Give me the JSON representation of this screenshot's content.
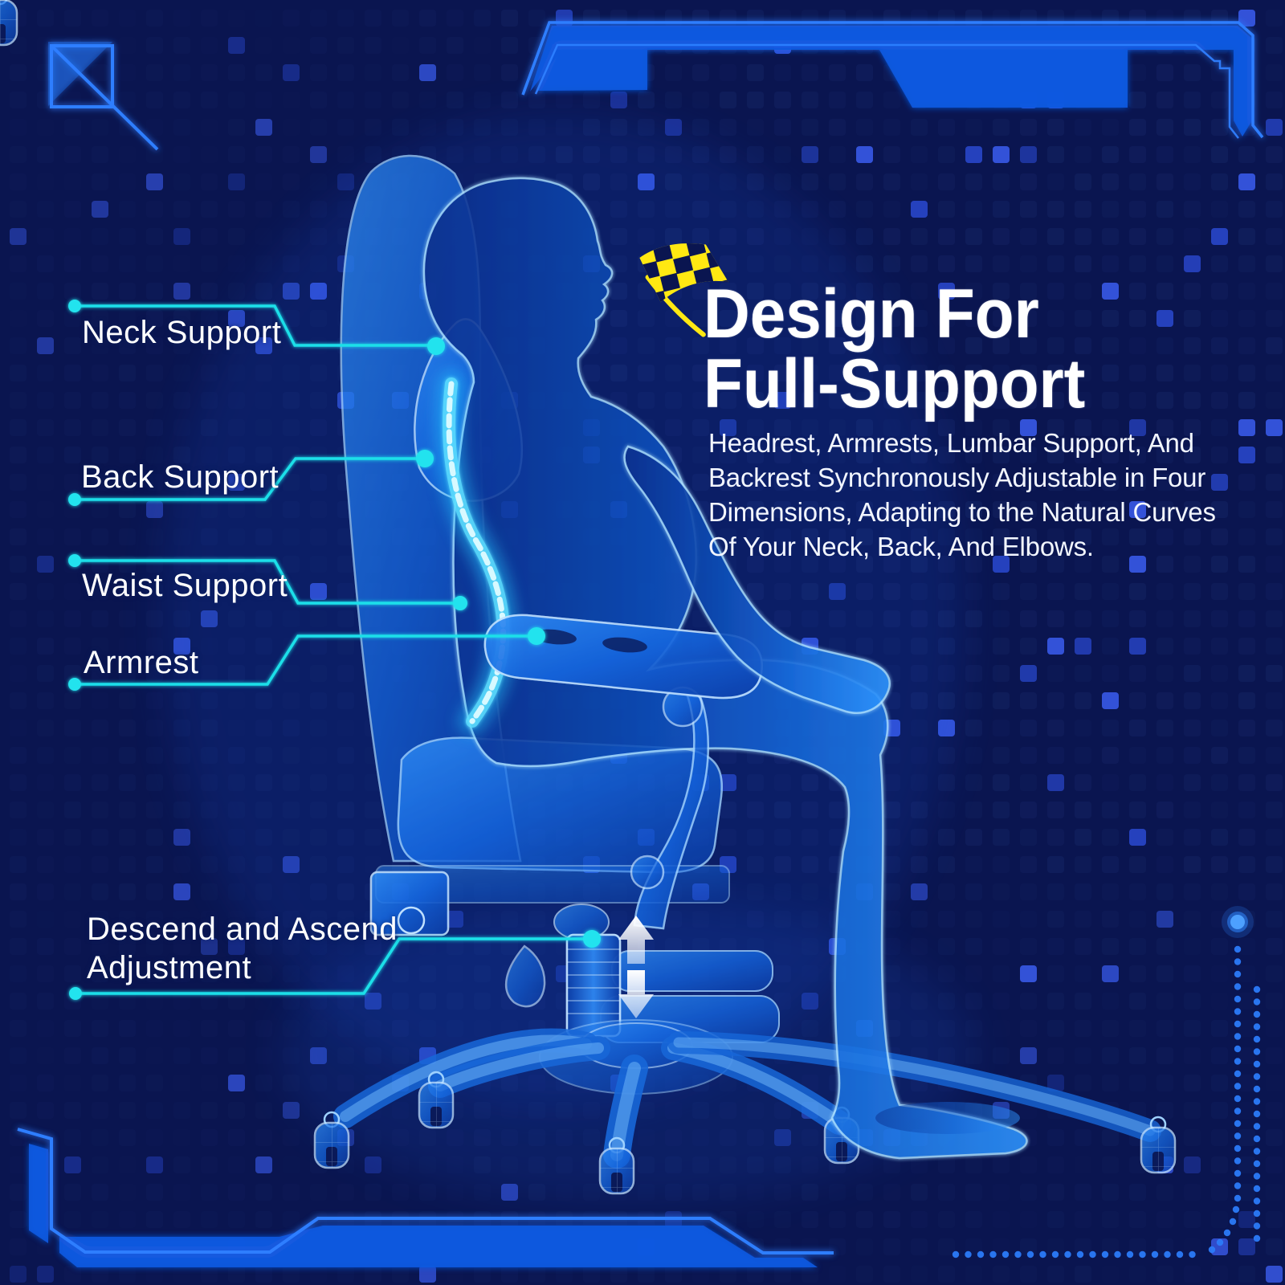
{
  "headline": {
    "line1": "Design For",
    "line2": "Full-Support"
  },
  "description": {
    "lines": [
      "Headrest, Armrests, Lumbar Support, And",
      "Backrest Synchronously Adjustable in Four",
      "Dimensions, Adapting to the Natural Curves",
      "Of Your Neck, Back, And Elbows."
    ]
  },
  "callouts": [
    {
      "id": "neck-support",
      "label": "Neck Support"
    },
    {
      "id": "back-support",
      "label": "Back Support"
    },
    {
      "id": "waist-support",
      "label": "Waist Support"
    },
    {
      "id": "armrest",
      "label": "Armrest"
    },
    {
      "id": "height-adjustment",
      "label": "Descend and Ascend Adjustment"
    }
  ],
  "icons": [
    {
      "name": "checkered-flag-icon"
    },
    {
      "name": "ascend-arrow-icon"
    },
    {
      "name": "descend-arrow-icon"
    }
  ],
  "colors": {
    "background": "#0A1550",
    "accent_blue": "#2E7EFF",
    "panel_blue": "#1159E0",
    "callout_cyan": "#1FDFE9",
    "text_white": "#FFFFFF",
    "flag_yellow": "#FFE812",
    "wireframe_blue": "#9FD2FF",
    "spine_glow": "#5FE0FF"
  }
}
